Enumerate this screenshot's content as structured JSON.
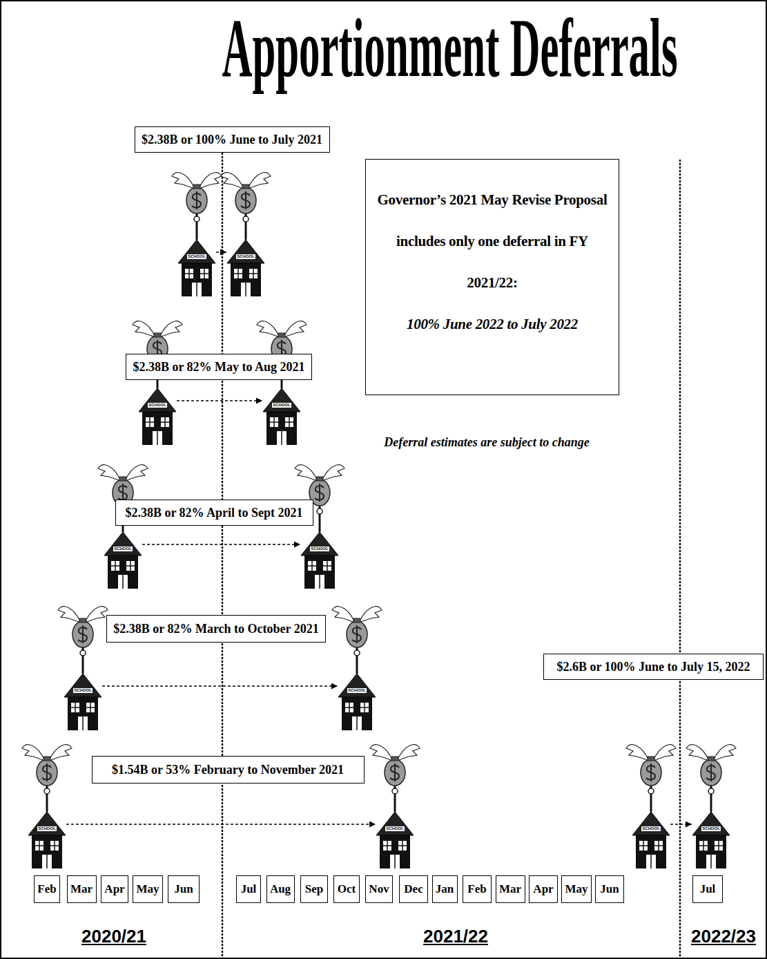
{
  "diagram": {
    "title": "Apportionment Deferrals",
    "nodes": [
      {
        "text": [
          "$2.38B or 100% June to July 2021"
        ]
      },
      {
        "text": [
          "SCHOOL"
        ]
      },
      {
        "text": [
          "SCHOOL"
        ]
      },
      {
        "text": [
          "Governor’s 2021 May Revise Proposal includes only one deferral in FY 2021/22:",
          "100% June 2022 to July 2022"
        ]
      },
      {
        "text": [
          "$2.38B or 82% May to Aug 2021"
        ]
      },
      {
        "text": [
          "SCHOOL"
        ]
      },
      {
        "text": [
          "SCHOOL"
        ]
      },
      {
        "text": [
          "$2.38B or 82% April to Sept 2021"
        ]
      },
      {
        "text": [
          "SCHOOL"
        ]
      },
      {
        "text": [
          "SCHOOL"
        ]
      },
      {
        "text": [
          "$2.38B or 82% March to October 2021"
        ]
      },
      {
        "text": [
          "SCHOOL"
        ]
      },
      {
        "text": [
          "SCHOOL"
        ]
      },
      {
        "text": [
          "$2.6B or 100% June to July 15, 2022"
        ]
      },
      {
        "text": [
          "$1.54B or 53% February to November 2021"
        ]
      },
      {
        "text": [
          "SCHOOL"
        ]
      },
      {
        "text": [
          "SCHOOL"
        ]
      },
      {
        "text": [
          "SCHOOL"
        ]
      },
      {
        "text": [
          "SCHOOL"
        ]
      },
      {
        "text": [
          "Feb"
        ]
      },
      {
        "text": [
          "Mar"
        ]
      },
      {
        "text": [
          "Apr"
        ]
      },
      {
        "text": [
          "May"
        ]
      },
      {
        "text": [
          "Jun"
        ]
      },
      {
        "text": [
          "Jul"
        ]
      },
      {
        "text": [
          "Aug"
        ]
      },
      {
        "text": [
          "Sep"
        ]
      },
      {
        "text": [
          "Oct"
        ]
      },
      {
        "text": [
          "Nov"
        ]
      },
      {
        "text": [
          "Dec"
        ]
      },
      {
        "text": [
          "Jan"
        ]
      },
      {
        "text": [
          "Feb"
        ]
      },
      {
        "text": [
          "Mar"
        ]
      },
      {
        "text": [
          "Apr"
        ]
      },
      {
        "text": [
          "May"
        ]
      },
      {
        "text": [
          "Jun"
        ]
      },
      {
        "text": [
          "Jul"
        ]
      }
    ],
    "edges": [
      {
        "from": 1,
        "to": 2,
        "arrow": "to"
      },
      {
        "from": 5,
        "to": 6,
        "arrow": "to"
      },
      {
        "from": 8,
        "to": 9,
        "arrow": "to"
      },
      {
        "from": 11,
        "to": 12,
        "arrow": "to"
      },
      {
        "from": 15,
        "to": 16,
        "arrow": "to"
      },
      {
        "from": 17,
        "to": 18,
        "arrow": "to"
      }
    ],
    "labels": [
      "Deferral estimates are subject to change",
      "2020/21",
      "2021/22",
      "2022/23"
    ]
  }
}
